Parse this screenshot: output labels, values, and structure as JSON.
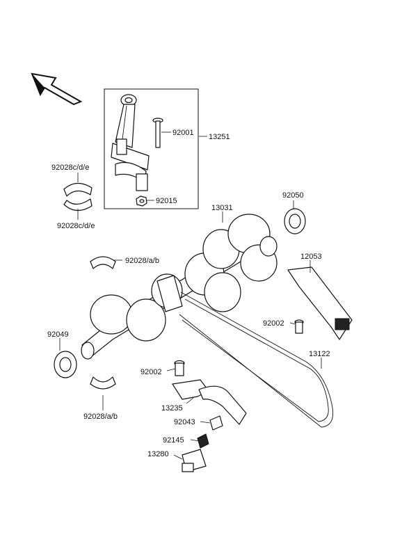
{
  "diagram": {
    "direction_arrow_icon": "front-arrow-icon",
    "callouts": {
      "c92001": "92001",
      "c13251": "13251",
      "c92015": "92015",
      "c92028cde_top": "92028c/d/e",
      "c92028cde_bottom": "92028c/d/e",
      "c13031": "13031",
      "c92050": "92050",
      "c92028ab_upper": "92028/a/b",
      "c12053": "12053",
      "c92002_right": "92002",
      "c92049": "92049",
      "c13122": "13122",
      "c92002_left": "92002",
      "c13235": "13235",
      "c92043": "92043",
      "c92145": "92145",
      "c13280": "13280",
      "c92028ab_lower": "92028/a/b"
    }
  }
}
